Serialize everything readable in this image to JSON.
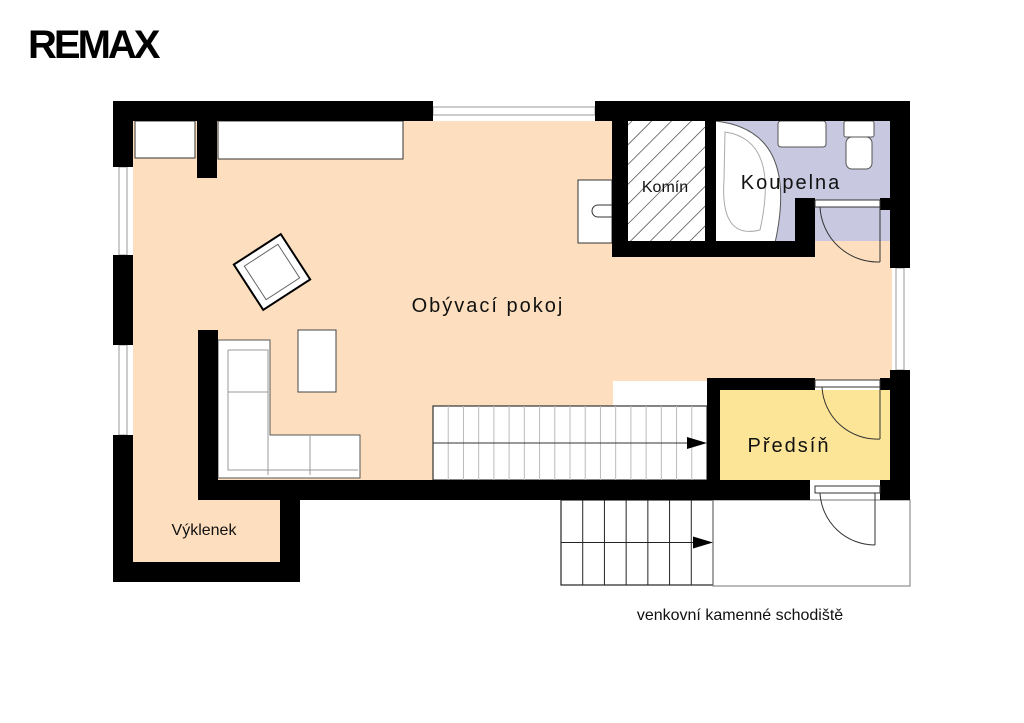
{
  "logo": {
    "text": "RE/MAX"
  },
  "rooms": {
    "living": "Obývací pokoj",
    "chimney": "Komín",
    "bathroom": "Koupelna",
    "hall": "Předsíň",
    "alcove": "Výklenek"
  },
  "outside_label": "venkovní kamenné schodiště",
  "colors": {
    "living": "#fddfbf",
    "bathroom": "#c8c8e0",
    "hall": "#fde597",
    "wall": "#000000"
  }
}
